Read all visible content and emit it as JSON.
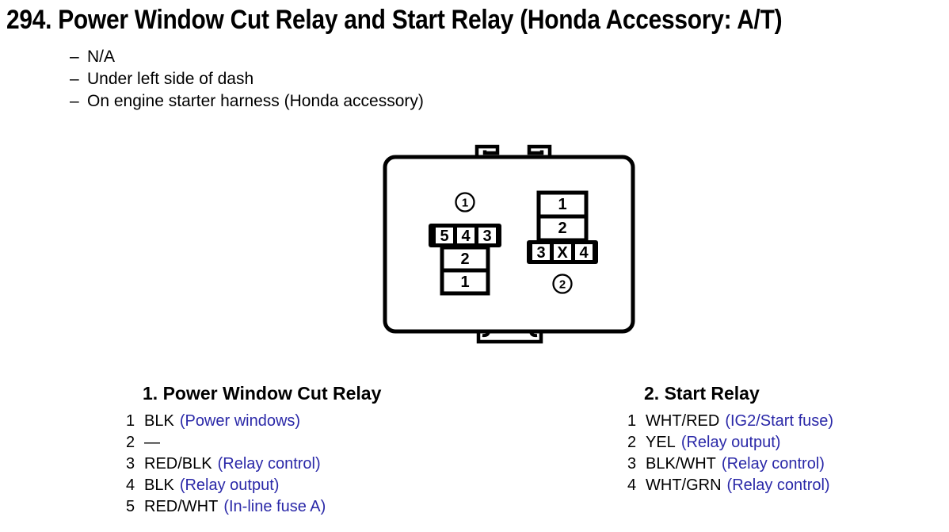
{
  "page": {
    "title": "294. Power Window Cut Relay and Start Relay (Honda Accessory: A/T)",
    "bullet_marker": "–",
    "notes": [
      "N/A",
      "Under left side of dash",
      "On engine starter harness (Honda accessory)"
    ]
  },
  "colors": {
    "text": "#000000",
    "function_blue": "#2a28a8",
    "diagram_line": "#000000",
    "background": "#ffffff"
  },
  "diagram": {
    "connector1": {
      "callout": "1",
      "top_row_pins": [
        "5",
        "4",
        "3"
      ],
      "middle_pin": "2",
      "bottom_pin": "1"
    },
    "connector2": {
      "callout": "2",
      "top_pin": "1",
      "middle_pin": "2",
      "bottom_row_pins": [
        "3",
        "X",
        "4"
      ]
    }
  },
  "legend_left": {
    "heading": "1. Power Window Cut Relay",
    "rows": [
      {
        "pin": "1",
        "wire": "BLK",
        "function": "(Power windows)"
      },
      {
        "pin": "2",
        "wire": "—",
        "function": ""
      },
      {
        "pin": "3",
        "wire": "RED/BLK",
        "function": "(Relay control)"
      },
      {
        "pin": "4",
        "wire": "BLK",
        "function": "(Relay output)"
      },
      {
        "pin": "5",
        "wire": "RED/WHT",
        "function": "(In-line fuse A)"
      }
    ]
  },
  "legend_right": {
    "heading": "2. Start Relay",
    "rows": [
      {
        "pin": "1",
        "wire": "WHT/RED",
        "function": "(IG2/Start fuse)"
      },
      {
        "pin": "2",
        "wire": "YEL",
        "function": "(Relay output)"
      },
      {
        "pin": "3",
        "wire": "BLK/WHT",
        "function": "(Relay control)"
      },
      {
        "pin": "4",
        "wire": "WHT/GRN",
        "function": "(Relay control)"
      }
    ]
  }
}
